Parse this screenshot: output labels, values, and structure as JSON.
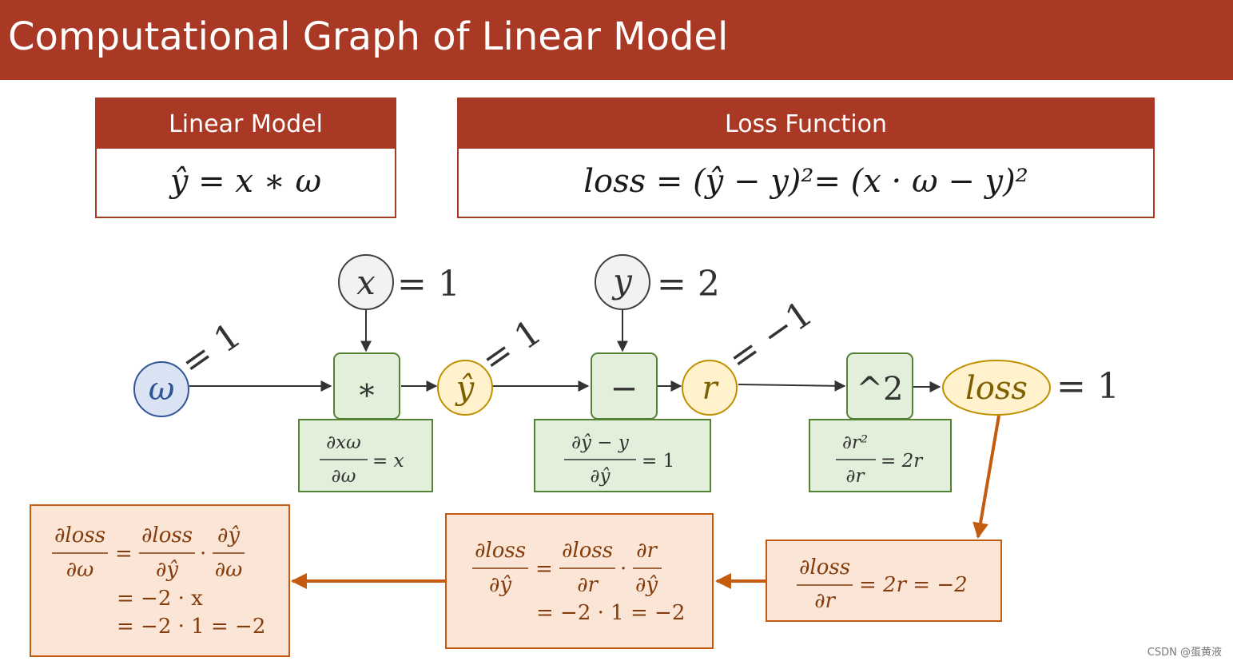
{
  "title": "Computational Graph of Linear Model",
  "linear_model": {
    "header": "Linear Model",
    "formula": "ŷ = x ∗ ω"
  },
  "loss_function": {
    "header": "Loss Function",
    "formula": "loss = (ŷ − y)²= (x · ω − y)²"
  },
  "inputs": {
    "x": {
      "symbol": "x",
      "value": "= 1"
    },
    "y": {
      "symbol": "y",
      "value": "= 2"
    }
  },
  "nodes": {
    "omega": {
      "symbol": "ω",
      "edge_value": "= 1"
    },
    "mult": {
      "symbol": "∗"
    },
    "yhat": {
      "symbol": "ŷ",
      "edge_value": "= 1"
    },
    "minus": {
      "symbol": "−"
    },
    "r": {
      "symbol": "r",
      "edge_value": "= −1"
    },
    "square": {
      "symbol": "^2"
    },
    "loss": {
      "symbol": "loss",
      "value": "= 1"
    }
  },
  "local_gradients": {
    "mult": {
      "num": "∂xω",
      "den": "∂ω",
      "rhs": "= x"
    },
    "minus": {
      "num": "∂ŷ − y",
      "den": "∂ŷ",
      "rhs": "= 1"
    },
    "square": {
      "num": "∂r²",
      "den": "∂r",
      "rhs": "= 2r"
    }
  },
  "backprop": {
    "dloss_dr": {
      "num": "∂loss",
      "den": "∂r",
      "rhs": "= 2r = −2"
    },
    "dloss_dyhat": {
      "num": "∂loss",
      "den": "∂ŷ",
      "eq": "=",
      "f1_num": "∂loss",
      "f1_den": "∂r",
      "dot": "·",
      "f2_num": "∂r",
      "f2_den": "∂ŷ",
      "line2": "= −2 · 1 = −2"
    },
    "dloss_domega": {
      "num": "∂loss",
      "den": "∂ω",
      "eq": "=",
      "f1_num": "∂loss",
      "f1_den": "∂ŷ",
      "dot": "·",
      "f2_num": "∂ŷ",
      "f2_den": "∂ω",
      "line2": "= −2 · x",
      "line3": "= −2 · 1 = −2"
    }
  },
  "watermark": "CSDN @蛋黄液",
  "colors": {
    "brand_red": "#a93825",
    "op_fill": "#e2efda",
    "op_stroke": "#548235",
    "yellow_fill": "#fff2cc",
    "yellow_stroke": "#bf9000",
    "blue_fill": "#dae3f3",
    "blue_stroke": "#2f5597",
    "gray_fill": "#f2f2f2",
    "gray_stroke": "#404040",
    "back_fill": "#fbe5d6",
    "back_stroke": "#c55a11",
    "back_text": "#843c0c"
  }
}
